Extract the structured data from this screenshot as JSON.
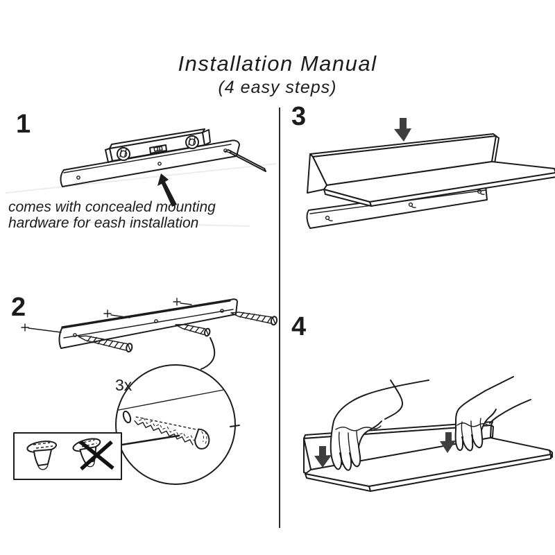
{
  "header": {
    "title": "Installation Manual",
    "subtitle": "(4 easy steps)"
  },
  "step1": {
    "number": "1",
    "caption_line1": "comes with concealed mounting",
    "caption_line2": "hardware for eash installation"
  },
  "step2": {
    "number": "2",
    "quantity_label": "3x"
  },
  "step3": {
    "number": "3"
  },
  "step4": {
    "number": "4"
  },
  "colors": {
    "line": "#1c1c1c",
    "arrow_fill": "#3e3e3e",
    "background": "#ffffff",
    "divider": "#2b2b2b"
  },
  "icons": {
    "up_arrow": "▲",
    "down_arrow": "▼",
    "cross": "✕",
    "plus_mark": "+"
  }
}
